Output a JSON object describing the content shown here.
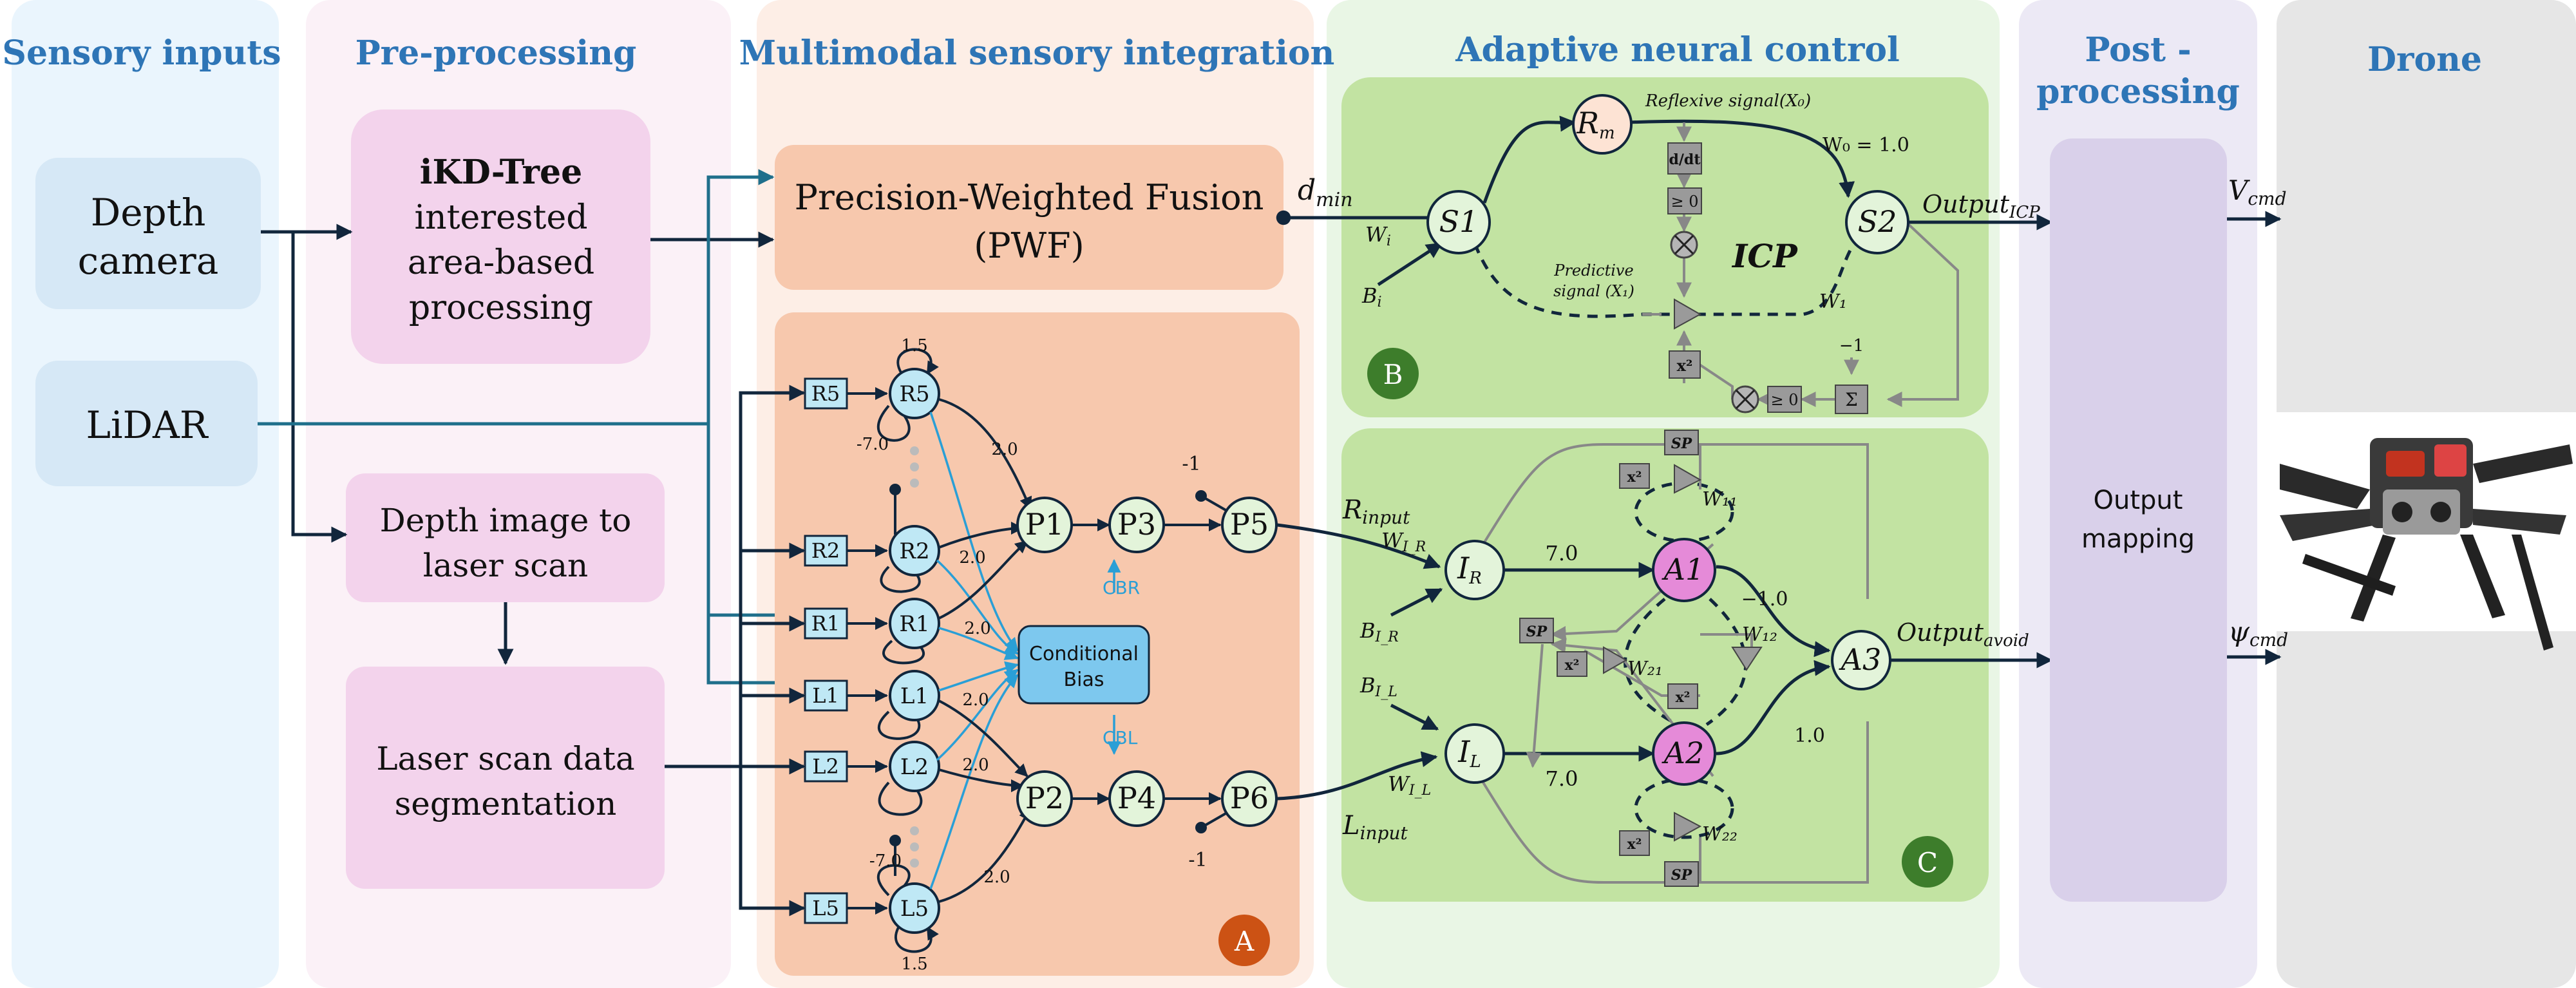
{
  "columns": {
    "sensory": "Sensory inputs",
    "pre": "Pre-processing",
    "msi": "Multimodal sensory integration",
    "anc": "Adaptive neural control",
    "post_line1": "Post -",
    "post_line2": "processing",
    "drone": "Drone"
  },
  "sensors": {
    "depth_l1": "Depth",
    "depth_l2": "camera",
    "lidar": "LiDAR"
  },
  "pre": {
    "ikd_title": "iKD-Tree",
    "ikd_l2": "interested",
    "ikd_l3": "area-based",
    "ikd_l4": "processing",
    "d2l_l1": "Depth image to",
    "d2l_l2": "laser scan",
    "seg_l1": "Laser scan data",
    "seg_l2": "segmentation"
  },
  "pwf": {
    "l1": "Precision-Weighted Fusion",
    "l2": "(PWF)"
  },
  "network": {
    "inputs": [
      "R5",
      "R2",
      "R1",
      "L1",
      "L2",
      "L5"
    ],
    "neurons": [
      "R5",
      "R2",
      "R1",
      "L1",
      "L2",
      "L5"
    ],
    "P1": "P1",
    "P2": "P2",
    "P3": "P3",
    "P4": "P4",
    "P5": "P5",
    "P6": "P6",
    "cond_l1": "Conditional",
    "cond_l2": "Bias",
    "cbr": "CBR",
    "cbl": "CBL",
    "w_top": "1.5",
    "w_bottom": "1.5",
    "w_neg7_top": "-7.0",
    "w_neg7_bot": "-7.0",
    "w20": "2.0",
    "minus1_top": "-1",
    "minus1_bot": "-1",
    "badgeA": "A"
  },
  "icp": {
    "dmin": "d",
    "dmin_sub": "min",
    "wi": "W",
    "wi_sub": "i",
    "bi": "B",
    "bi_sub": "i",
    "S1": "S1",
    "S2": "S2",
    "Rm": "R",
    "Rm_sub": "m",
    "reflexive": "Reflexive signal(X₀)",
    "w0": "W₀ = 1.0",
    "ddt": "d/dt",
    "geq0": "≥ 0",
    "icp_label": "ICP",
    "predictive_l1": "Predictive",
    "predictive_l2": "signal (X₁)",
    "w1": "W₁",
    "x2": "x²",
    "sum": "Σ",
    "neg1": "−1",
    "output": "Output",
    "output_sub": "ICP",
    "badgeB": "B"
  },
  "avoid": {
    "rinput": "R",
    "rinput_sub": "input",
    "linput": "L",
    "linput_sub": "input",
    "wir": "W",
    "wir_sub": "I_R",
    "wil": "W",
    "wil_sub": "I_L",
    "bir": "B",
    "bir_sub": "I_R",
    "bil": "B",
    "bil_sub": "I_L",
    "IR": "I",
    "IR_sub": "R",
    "IL": "I",
    "IL_sub": "L",
    "A1": "A1",
    "A2": "A2",
    "A3": "A3",
    "w7a": "7.0",
    "w7b": "7.0",
    "wm1": "−1.0",
    "w10": "1.0",
    "sp": "SP",
    "x2": "x²",
    "w11": "W₁₁",
    "w12": "W₁₂",
    "w21": "W₂₁",
    "w22": "W₂₂",
    "output": "Output",
    "output_sub": "avoid",
    "badgeC": "C"
  },
  "post": {
    "l1": "Output",
    "l2": "mapping",
    "vcmd": "V",
    "vcmd_sub": "cmd",
    "psicmd": "ψ",
    "psicmd_sub": "cmd"
  },
  "colors": {
    "sensory_bg": "#eaf5fd",
    "pre_bg": "#fbf1f7",
    "msi_bg": "#fdeee6",
    "anc_bg": "#e9f6e5",
    "post_bg": "#ece9f5",
    "drone_bg": "#e6e6e6",
    "header": "#2e75b6",
    "pink": "#f3d3ec",
    "orange": "#f7c8ad",
    "green": "#c2e3a2",
    "neuron_blue": "#bfe8f5",
    "neuron_green": "#e3f4da",
    "neuron_pink": "#e58ad8",
    "cond_bias": "#7dc8ee",
    "dark_line": "#11263c",
    "teal_line": "#1f6f8b",
    "badge_orange": "#cc5214",
    "badge_green": "#3d7d2b"
  }
}
